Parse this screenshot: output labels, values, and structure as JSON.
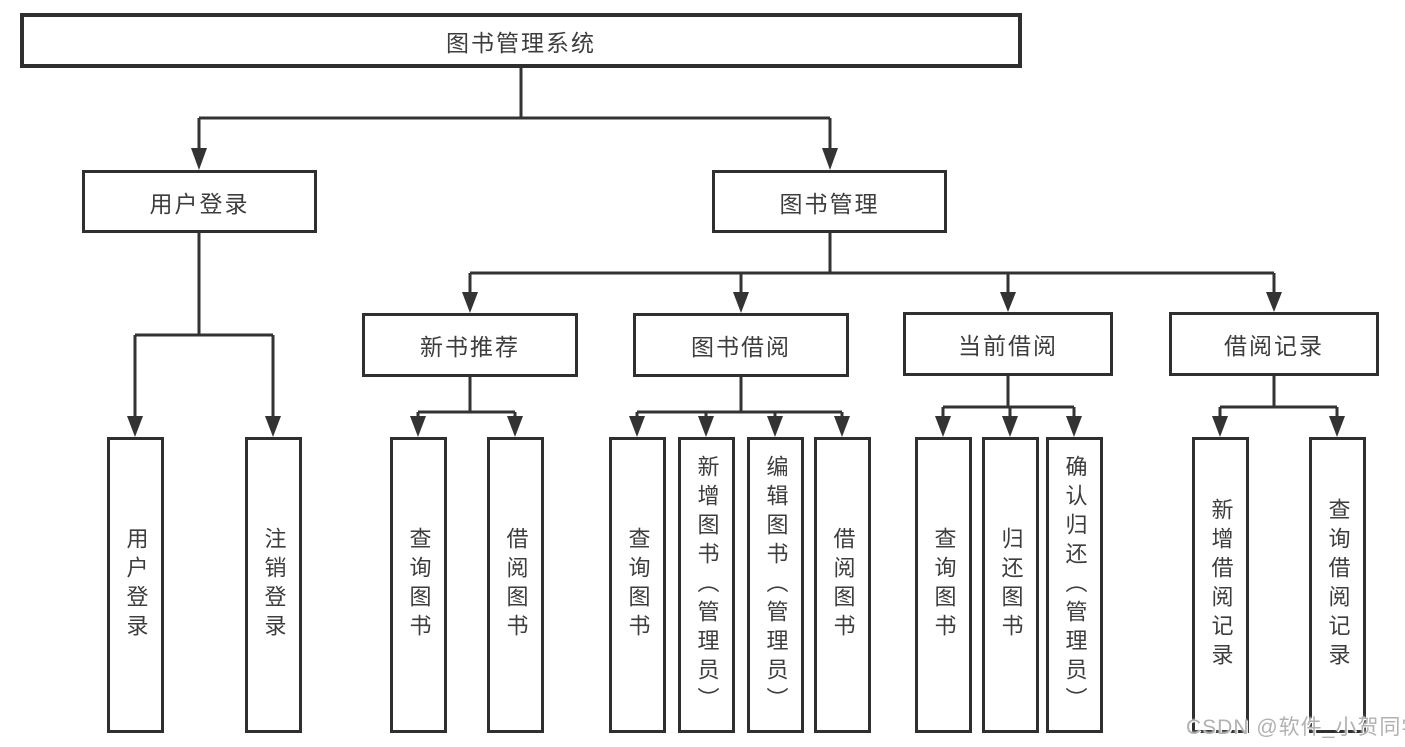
{
  "diagram": {
    "root": {
      "label": "图书管理系统"
    },
    "level2": [
      {
        "label": "用户登录"
      },
      {
        "label": "图书管理"
      }
    ],
    "level3": [
      {
        "label": "新书推荐"
      },
      {
        "label": "图书借阅"
      },
      {
        "label": "当前借阅"
      },
      {
        "label": "借阅记录"
      }
    ],
    "leaves": [
      {
        "label": "用户登录"
      },
      {
        "label": "注销登录"
      },
      {
        "label": "查询图书"
      },
      {
        "label": "借阅图书"
      },
      {
        "label": "查询图书"
      },
      {
        "label": "新增图书（管理员）"
      },
      {
        "label": "编辑图书（管理员）"
      },
      {
        "label": "借阅图书"
      },
      {
        "label": "查询图书"
      },
      {
        "label": "归还图书"
      },
      {
        "label": "确认归还（管理员）"
      },
      {
        "label": "新增借阅记录"
      },
      {
        "label": "查询借阅记录"
      }
    ],
    "watermark": "CSDN @软件_小贺同学",
    "colors": {
      "line": "#333333",
      "text": "#3d3d3d",
      "watermark": "#b1b1b1",
      "background": "#ffffff"
    }
  }
}
